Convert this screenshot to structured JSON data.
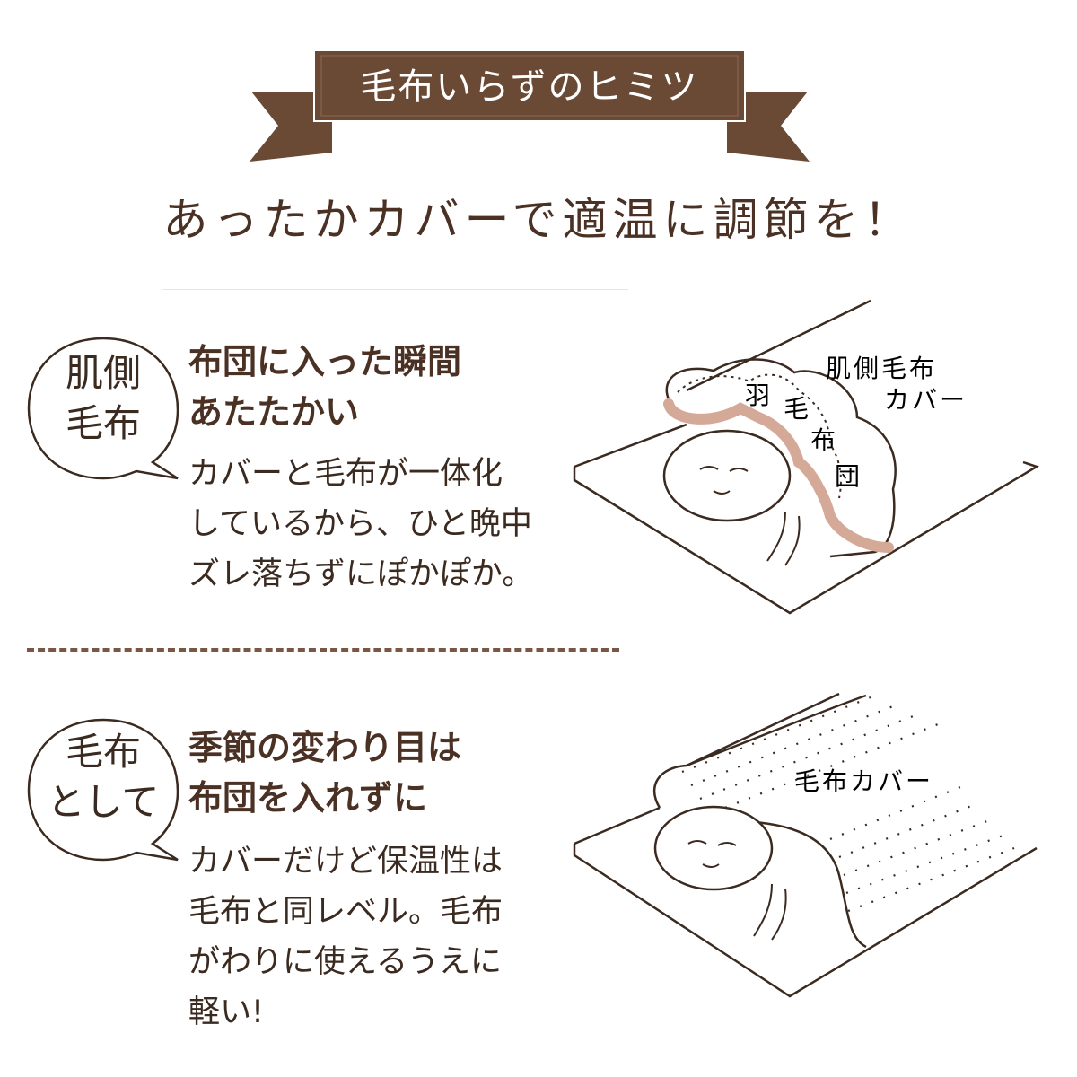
{
  "banner": {
    "title": "毛布いらずのヒミツ",
    "color": "#6b4a35"
  },
  "headline": "あったかカバーで適温に調節を！",
  "sections": [
    {
      "bubble": [
        "肌側",
        "毛布"
      ],
      "heading": [
        "布団に入った瞬間",
        "あたたかい"
      ],
      "body": [
        "カバーと毛布が一体化",
        "しているから、ひと晩中",
        "ズレ落ちずにぽかぽか。"
      ],
      "illustration": {
        "label": [
          "肌側毛布",
          "カバー"
        ],
        "futon_chars": [
          "羽",
          "毛",
          "布",
          "団"
        ],
        "accent_color": "#d4a997"
      }
    },
    {
      "bubble": [
        "毛布",
        "として"
      ],
      "heading": [
        "季節の変わり目は",
        "布団を入れずに"
      ],
      "body": [
        "カバーだけど保温性は",
        "毛布と同レベル。毛布",
        "がわりに使えるうえに",
        "軽い!"
      ],
      "illustration": {
        "label": [
          "毛布カバー"
        ]
      }
    }
  ]
}
